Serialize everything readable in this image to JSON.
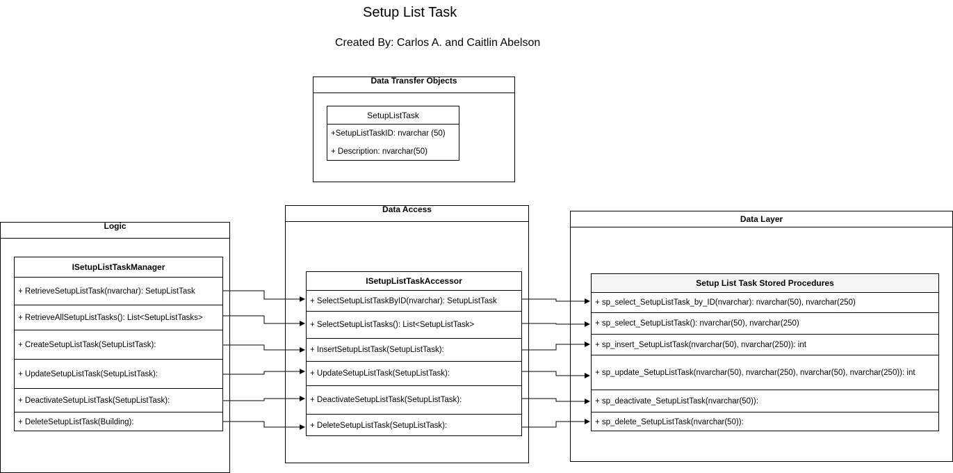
{
  "title": "Setup List Task",
  "subtitle": "Created By: Carlos A. and Caitlin Abelson",
  "dto": {
    "package": "Data Transfer Objects",
    "class_name": "SetupListTask",
    "fields": [
      "+SetupListTaskID: nvarchar (50)",
      "+ Description: nvarchar(50)"
    ]
  },
  "logic": {
    "package": "Logic",
    "class_name": "ISetupListTaskManager",
    "methods": [
      "+ RetrieveSetupListTask(nvarchar): SetupListTask",
      "+ RetrieveAllSetupListTasks(): List<SetupListTasks>",
      "+ CreateSetupListTask(SetupListTask):",
      "+ UpdateSetupListTask(SetupListTask):",
      "+ DeactivateSetupListTask(SetupListTask):",
      "+ DeleteSetupListTask(Building):"
    ]
  },
  "access": {
    "package": "Data Access",
    "class_name": "ISetupListTaskAccessor",
    "methods": [
      "+ SelectSetupListTaskByID(nvarchar): SetupListTask",
      "+ SelectSetupListTasks(): List<SetupListTask>",
      "+ InsertSetupListTask(SetupListTask):",
      "+ UpdateSetupListTask(SetupListTask):",
      "+ DeactivateSetupListTask(SetupListTask):",
      "+ DeleteSetupListTask(SetupListTask):"
    ]
  },
  "datalayer": {
    "package": "Data Layer",
    "class_name": "Setup List Task Stored Procedures",
    "procedures": [
      "+ sp_select_SetupListTask_by_ID(nvarchar): nvarchar(50), nvarchar(250)",
      "+ sp_select_SetupListTask(): nvarchar(50), nvarchar(250)",
      "+ sp_insert_SetupListTask(nvarchar(50), nvarchar(250)): int",
      "+ sp_update_SetupListTask(nvarchar(50), nvarchar(250), nvarchar(50), nvarchar(250)): int",
      "+ sp_deactivate_SetupListTask(nvarchar(50)):",
      "+ sp_delete_SetupListTask(nvarchar(50)):"
    ]
  }
}
